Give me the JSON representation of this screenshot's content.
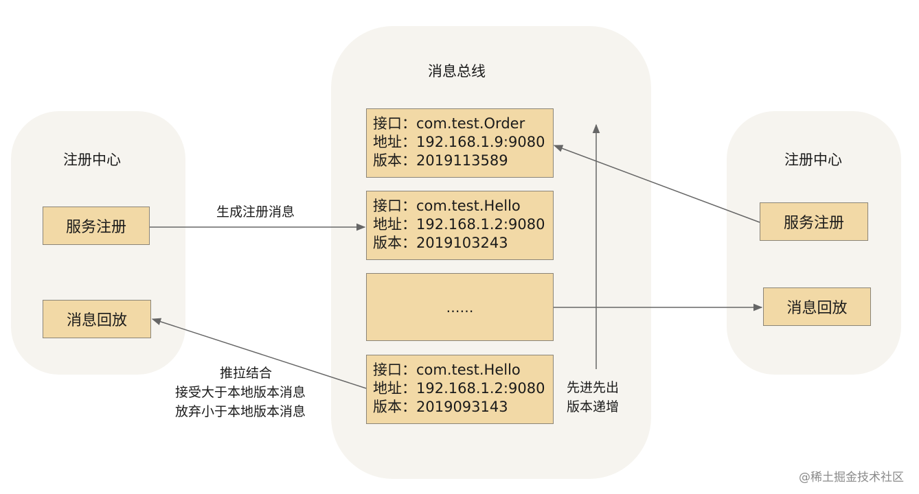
{
  "left": {
    "title": "注册中心",
    "register_button": "服务注册",
    "replay_button": "消息回放"
  },
  "right": {
    "title": "注册中心",
    "register_button": "服务注册",
    "replay_button": "消息回放"
  },
  "bus": {
    "title": "消息总线",
    "messages": [
      {
        "interface": "接口：com.test.Order",
        "address": "地址：192.168.1.9:9080",
        "version": "版本：2019113589"
      },
      {
        "interface": "接口：com.test.Hello",
        "address": "地址：192.168.1.2:9080",
        "version": "版本：2019103243"
      },
      {
        "ellipsis": "……"
      },
      {
        "interface": "接口：com.test.Hello",
        "address": "地址：192.168.1.2:9080",
        "version": "版本：2019093143"
      }
    ]
  },
  "labels": {
    "generate": "生成注册消息",
    "push_pull": [
      "推拉结合",
      "接受大于本地版本消息",
      "放弃小于本地版本消息"
    ],
    "fifo": [
      "先进先出",
      "版本递增"
    ]
  },
  "watermark": "@稀土掘金技术社区",
  "colors": {
    "panel": "#f6f4ef",
    "box_fill": "#f2d9a6",
    "box_border": "#8a8477",
    "arrow": "#666666"
  }
}
